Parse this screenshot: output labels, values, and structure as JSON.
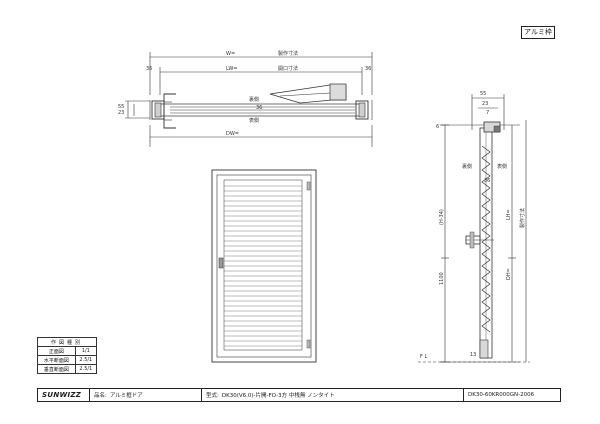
{
  "badge": "アルミ枠",
  "plan_view": {
    "dim_W": "W=",
    "dim_W_right": "製作寸法",
    "dim_LW": "LW=",
    "dim_LW_right": "開口寸法",
    "dim_DW": "DW=",
    "dim_edge_left": "36",
    "dim_edge_right": "36",
    "dim_depth_a": "55",
    "dim_depth_b": "23",
    "label_back": "裏側",
    "label_front": "表側",
    "dim_mid": "36"
  },
  "section_view": {
    "dim_top_a": "55",
    "dim_top_b": "23",
    "dim_top_c": "7",
    "label_back": "裏側",
    "label_front": "表側",
    "dim_mid": "36",
    "dim_left_top": "(H-34)",
    "dim_right_mid": "製作寸法",
    "dim_left_bot": "1100",
    "dim_right_bot": "DH=",
    "dim_right_top": "LH=",
    "dim_edge_top": "6",
    "dim_edge_bot": "13",
    "fl_label": "F L"
  },
  "scale_table": {
    "header": "作図種別",
    "rows": [
      {
        "name": "正面図",
        "scale": "1/1"
      },
      {
        "name": "水平断面図",
        "scale": "2.5/1"
      },
      {
        "name": "垂直断面図",
        "scale": "2.5/1"
      }
    ]
  },
  "title_block": {
    "logo": "SUNWIZZ",
    "product_label": "品名:",
    "product_value": "アルミ框ドア",
    "model_label": "型式:",
    "model_value": "DK30(V6.0)-片開-FO-3方 中桟無 ノンタイト",
    "drawing_no": "DK30-60KR000GN-2006"
  }
}
